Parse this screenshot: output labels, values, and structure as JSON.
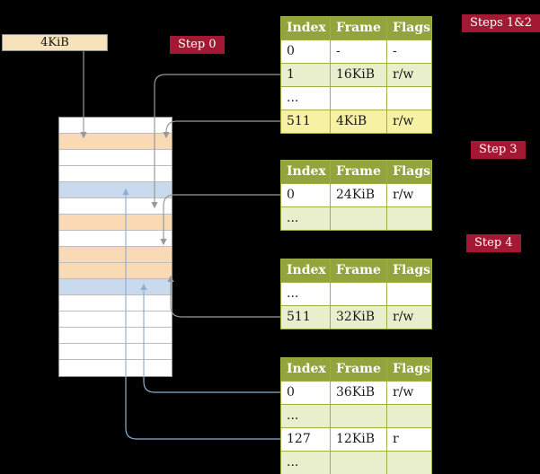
{
  "frame_box": {
    "label": "4KiB"
  },
  "badges": {
    "steps12": "Steps 1&2",
    "step0": "Step 0",
    "step3": "Step 3",
    "step4": "Step 4"
  },
  "colors": {
    "background": "#000000",
    "badge_red": "#a31832",
    "frame_box_wheat": "#f6e3bb",
    "table_header_olive": "#94a43c",
    "table_border_olive": "#9fae45",
    "row_green": "#e9eecd",
    "row_yellow_highlight": "#f6f1a3",
    "memory_peach": "#f9dab4",
    "memory_blue": "#c9d9ee",
    "arrow_gray": "#999999",
    "arrow_blue": "#8fb0d6"
  },
  "memory": {
    "rows": [
      "white",
      "peach",
      "white",
      "white",
      "blue",
      "white",
      "peach",
      "white",
      "peach",
      "peach",
      "blue",
      "white",
      "white",
      "white",
      "white",
      "white"
    ]
  },
  "tables": [
    {
      "name": "level4",
      "header": [
        "Index",
        "Frame",
        "Flags"
      ],
      "rows": [
        {
          "cells": [
            "0",
            "-",
            "-"
          ],
          "bg": "white"
        },
        {
          "cells": [
            "1",
            "16KiB",
            "r/w"
          ],
          "bg": "green"
        },
        {
          "cells": [
            "...",
            "",
            ""
          ],
          "bg": "white"
        },
        {
          "cells": [
            "511",
            "4KiB",
            "r/w"
          ],
          "bg": "yellow"
        }
      ]
    },
    {
      "name": "level3",
      "header": [
        "Index",
        "Frame",
        "Flags"
      ],
      "rows": [
        {
          "cells": [
            "0",
            "24KiB",
            "r/w"
          ],
          "bg": "white"
        },
        {
          "cells": [
            "...",
            "",
            ""
          ],
          "bg": "green"
        }
      ]
    },
    {
      "name": "level2",
      "header": [
        "Index",
        "Frame",
        "Flags"
      ],
      "rows": [
        {
          "cells": [
            "...",
            "",
            ""
          ],
          "bg": "white"
        },
        {
          "cells": [
            "511",
            "32KiB",
            "r/w"
          ],
          "bg": "green"
        }
      ]
    },
    {
      "name": "level1",
      "header": [
        "Index",
        "Frame",
        "Flags"
      ],
      "rows": [
        {
          "cells": [
            "0",
            "36KiB",
            "r/w"
          ],
          "bg": "white"
        },
        {
          "cells": [
            "...",
            "",
            ""
          ],
          "bg": "green"
        },
        {
          "cells": [
            "127",
            "12KiB",
            "r"
          ],
          "bg": "white"
        },
        {
          "cells": [
            "...",
            "",
            ""
          ],
          "bg": "green"
        }
      ]
    }
  ],
  "arrows": [
    {
      "name": "frame-box-to-l4-frame",
      "color": "gray"
    },
    {
      "name": "l4-entry1-to-16kib-frame",
      "color": "gray"
    },
    {
      "name": "l4-entry511-recursive-to-4kib-frame",
      "color": "gray"
    },
    {
      "name": "l3-entry0-to-24kib-frame",
      "color": "gray"
    },
    {
      "name": "l2-entry511-to-32kib-frame",
      "color": "gray"
    },
    {
      "name": "l1-entry0-to-36kib-frame",
      "color": "blue"
    },
    {
      "name": "l1-entry127-to-12kib-frame",
      "color": "blue"
    }
  ]
}
